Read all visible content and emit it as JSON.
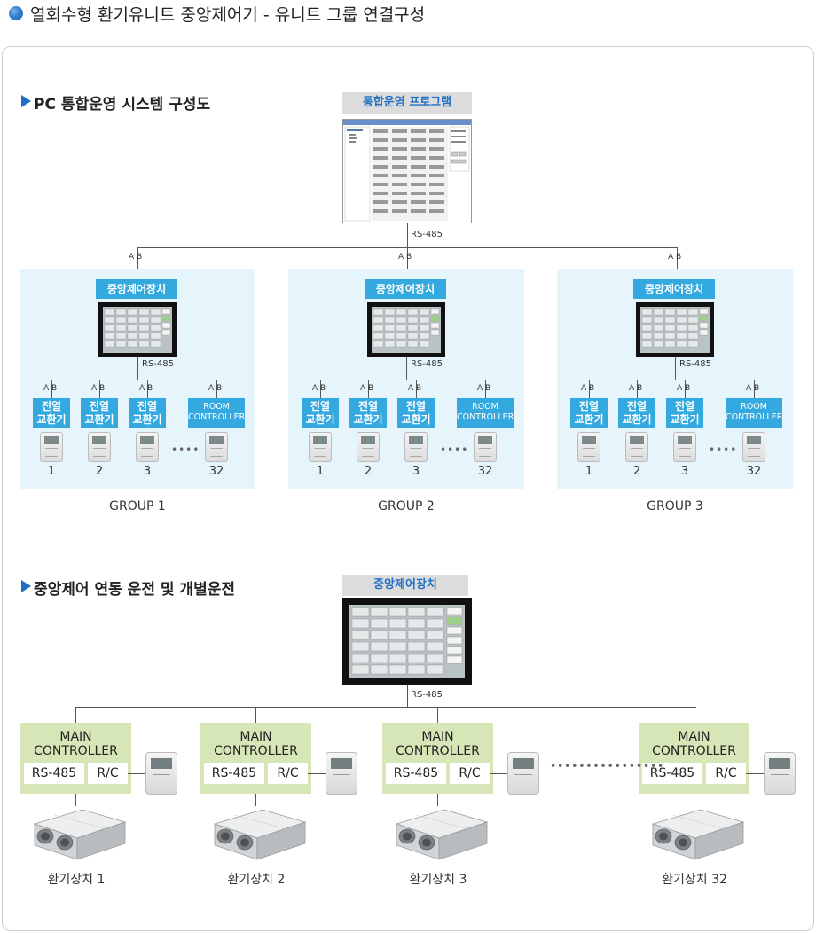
{
  "page_title": "열회수형 환기유니트 중앙제어기 - 유니트 그룹 연결구성",
  "section1": {
    "title": "PC 통합운영 시스템 구성도",
    "program_label": "통합운영 프로그램",
    "bus_label": "RS-485",
    "ab_a": "A",
    "ab_b": "B",
    "groups": [
      {
        "controller_label": "중앙제어장치",
        "bus_label": "RS-485",
        "units": [
          {
            "label": "전열\n교환기",
            "number": "1"
          },
          {
            "label": "전열\n교환기",
            "number": "2"
          },
          {
            "label": "전열\n교환기",
            "number": "3"
          },
          {
            "label": "ROOM\nCONTROLLER",
            "number": "32"
          }
        ],
        "name": "GROUP 1"
      },
      {
        "controller_label": "중앙제어장치",
        "bus_label": "RS-485",
        "units": [
          {
            "label": "전열\n교환기",
            "number": "1"
          },
          {
            "label": "전열\n교환기",
            "number": "2"
          },
          {
            "label": "전열\n교환기",
            "number": "3"
          },
          {
            "label": "ROOM\nCONTROLLER",
            "number": "32"
          }
        ],
        "name": "GROUP 2"
      },
      {
        "controller_label": "중앙제어장치",
        "bus_label": "RS-485",
        "units": [
          {
            "label": "전열\n교환기",
            "number": "1"
          },
          {
            "label": "전열\n교환기",
            "number": "2"
          },
          {
            "label": "전열\n교환기",
            "number": "3"
          },
          {
            "label": "ROOM\nCONTROLLER",
            "number": "32"
          }
        ],
        "name": "GROUP 3"
      }
    ]
  },
  "section2": {
    "title": "중앙제어 연동 운전 및 개별운전",
    "controller_label": "중앙제어장치",
    "bus_label": "RS-485",
    "units": [
      {
        "mc_title": "MAIN\nCONTROLLER",
        "rs": "RS-485",
        "rc": "R/C",
        "name": "환기장치 1"
      },
      {
        "mc_title": "MAIN\nCONTROLLER",
        "rs": "RS-485",
        "rc": "R/C",
        "name": "환기장치 2"
      },
      {
        "mc_title": "MAIN\nCONTROLLER",
        "rs": "RS-485",
        "rc": "R/C",
        "name": "환기장치 3"
      },
      {
        "mc_title": "MAIN\nCONTROLLER",
        "rs": "RS-485",
        "rc": "R/C",
        "name": "환기장치 32"
      }
    ]
  },
  "colors": {
    "accent_blue": "#33a9e0",
    "group_background": "#e6f4fb",
    "main_controller_green": "#d6e6b6",
    "label_gray": "#dcdcdc",
    "title_blue": "#1f6fc4"
  }
}
